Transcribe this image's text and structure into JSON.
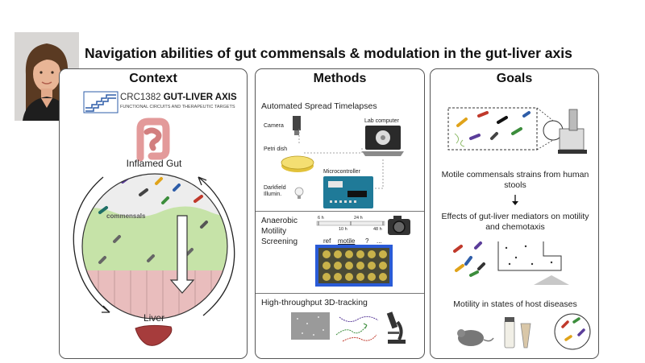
{
  "title": "Navigation abilities of gut commensals & modulation in the gut-liver axis",
  "context": {
    "heading": "Context",
    "logo": {
      "name": "CRC1382",
      "bold": "GUT-LIVER AXIS",
      "subtitle": "FUNCTIONAL CIRCUITS AND THERAPEUTIC TARGETS"
    },
    "inflamed_gut_label": "Inflamed Gut",
    "commensals_label": "commensals",
    "liver_label": "Liver"
  },
  "methods": {
    "heading": "Methods",
    "timelapse": {
      "title": "Automated Spread Timelapses",
      "camera": "Camera",
      "lab_computer": "Lab computer",
      "petri_dish": "Petri dish",
      "microcontroller": "Microcontroller",
      "darkfield": "Darkfield",
      "illumin": "Illumin."
    },
    "anaerobic": {
      "title_lines": [
        "Anaerobic",
        "Motility",
        "Screening"
      ],
      "times": [
        "6 h",
        "24 h",
        "10 h",
        "48 h"
      ],
      "plate_labels": [
        "ref",
        "motile",
        "?",
        "..."
      ]
    },
    "tracking": {
      "title": "High-throughput 3D-tracking"
    }
  },
  "goals": {
    "heading": "Goals",
    "motile_strains": "Motile commensals strains from human stools",
    "effects": "Effects of gut-liver mediators on motility and chemotaxis",
    "disease": "Motility in states of host diseases"
  },
  "colors": {
    "accent_blue": "#2e5da8",
    "tissue_green": "#c6e3a8",
    "tissue_pink": "#e9bdbd",
    "liver_red": "#a63c3c",
    "plate_blue": "#2a5bd7"
  }
}
